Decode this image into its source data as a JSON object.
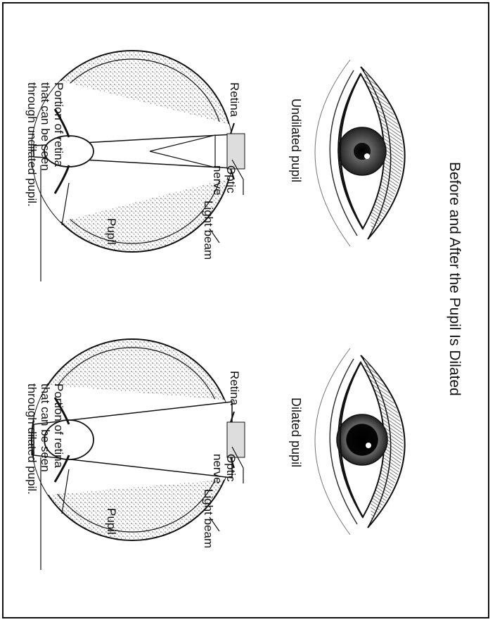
{
  "title": "Before and After the Pupil Is Dilated",
  "panels": {
    "undilated": {
      "caption": "Undilated pupil",
      "optic_nerve": [
        "Optic",
        "nerve"
      ],
      "retina": "Retina",
      "light_beam": "Light beam",
      "pupil": "Pupil",
      "portion": [
        "Portion of retina",
        "that can be seen",
        "through undilated pupil."
      ]
    },
    "dilated": {
      "caption": "Dilated pupil",
      "optic_nerve": [
        "Optic",
        "nerve"
      ],
      "retina": "Retina",
      "light_beam": "Light beam",
      "pupil": "Pupil",
      "portion": [
        "Portion of retina",
        "that can be seen",
        "through dilated pupil."
      ]
    }
  },
  "colors": {
    "ink": "#111111",
    "stipple": "#9a9a9a",
    "iris": "#3a3a3a",
    "pupil": "#000000"
  }
}
